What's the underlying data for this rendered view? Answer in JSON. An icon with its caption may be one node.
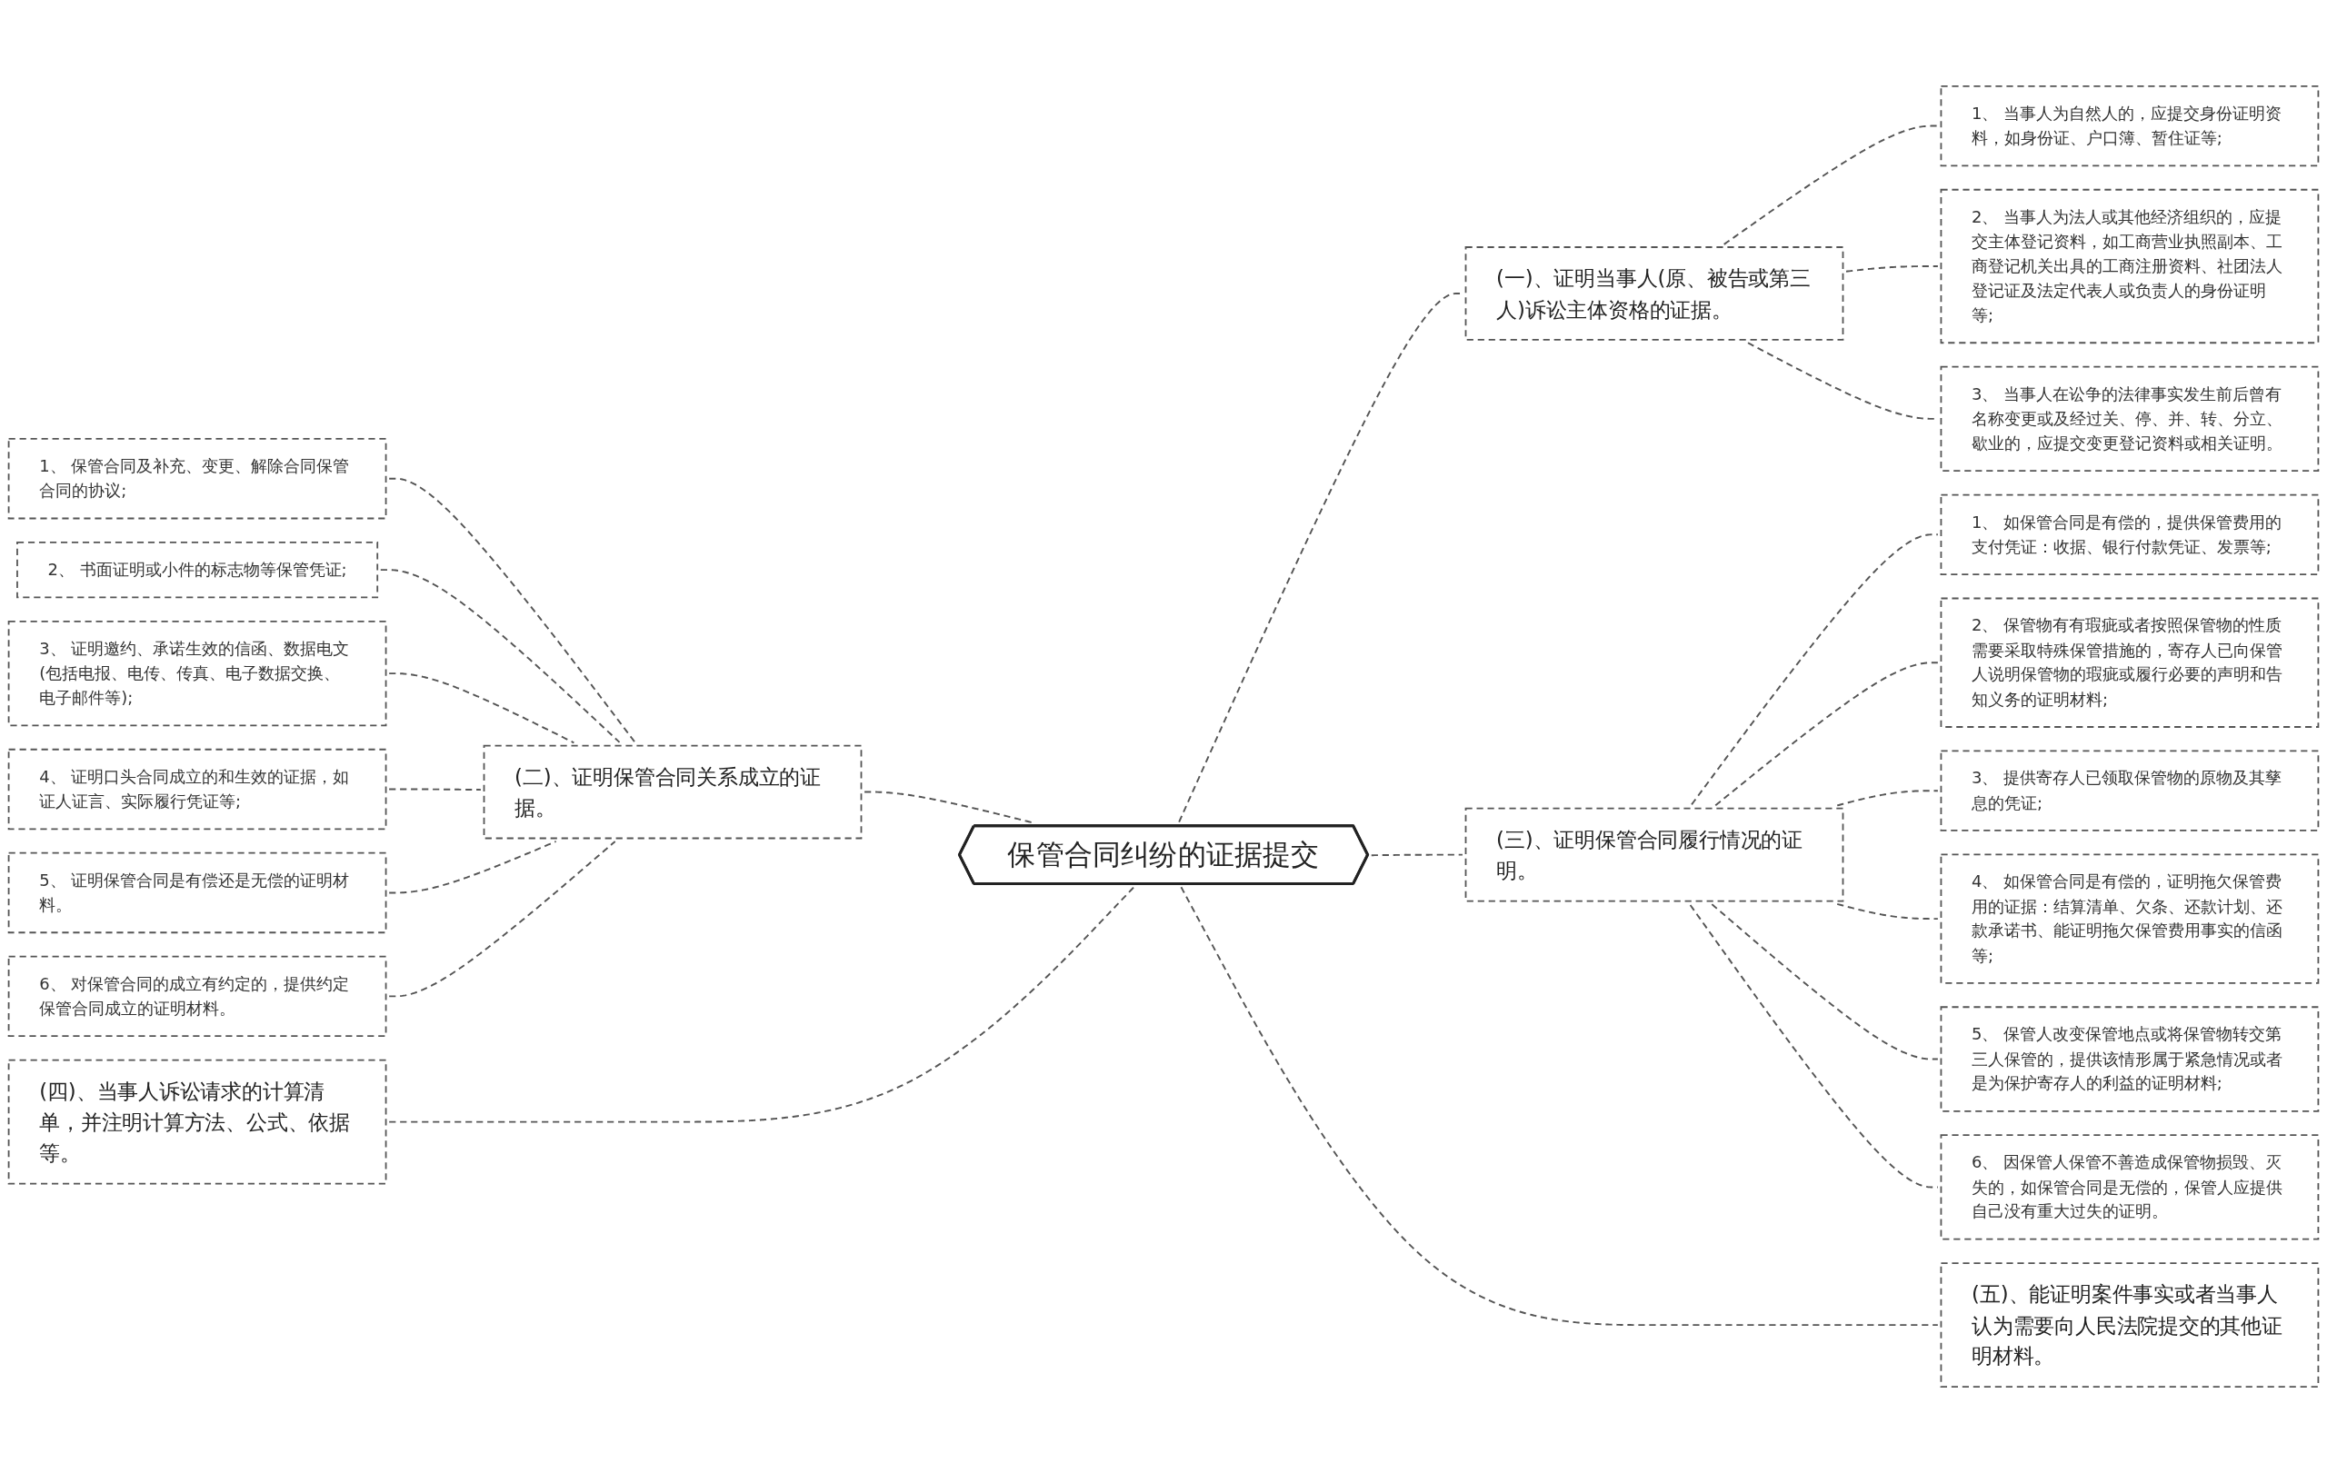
{
  "diagram": {
    "nodes": [
      {
        "text": [
          "保管合同纠纷的证据提交"
        ]
      },
      {
        "text": [
          "(一)、证明当事人(原、被告或第三人)诉讼主体资格的证据。"
        ]
      },
      {
        "text": [
          "1、 当事人为自然人的，应提交身份证明资料，如身份证、户口簿、暂住证等;"
        ]
      },
      {
        "text": [
          "2、 当事人为法人或其他经济组织的，应提交主体登记资料，如工商营业执照副本、工商登记机关出具的工商注册资料、社团法人登记证及法定代表人或负责人的身份证明等;"
        ]
      },
      {
        "text": [
          "3、 当事人在讼争的法律事实发生前后曾有名称变更或及经过关、停、并、转、分立、歇业的，应提交变更登记资料或相关证明。"
        ]
      },
      {
        "text": [
          "(二)、证明保管合同关系成立的证据。"
        ]
      },
      {
        "text": [
          "1、 保管合同及补充、变更、解除合同保管合同的协议;"
        ]
      },
      {
        "text": [
          "2、 书面证明或小件的标志物等保管凭证;"
        ]
      },
      {
        "text": [
          "3、 证明邀约、承诺生效的信函、数据电文(包括电报、电传、传真、电子数据交换、电子邮件等);"
        ]
      },
      {
        "text": [
          "4、 证明口头合同成立的和生效的证据，如证人证言、实际履行凭证等;"
        ]
      },
      {
        "text": [
          "5、 证明保管合同是有偿还是无偿的证明材料。"
        ]
      },
      {
        "text": [
          "6、 对保管合同的成立有约定的，提供约定保管合同成立的证明材料。"
        ]
      },
      {
        "text": [
          "(三)、证明保管合同履行情况的证明。"
        ]
      },
      {
        "text": [
          "1、 如保管合同是有偿的，提供保管费用的支付凭证：收据、银行付款凭证、发票等;"
        ]
      },
      {
        "text": [
          "2、 保管物有有瑕疵或者按照保管物的性质需要采取特殊保管措施的，寄存人已向保管人说明保管物的瑕疵或履行必要的声明和告知义务的证明材料;"
        ]
      },
      {
        "text": [
          "3、 提供寄存人已领取保管物的原物及其孳息的凭证;"
        ]
      },
      {
        "text": [
          "4、 如保管合同是有偿的，证明拖欠保管费用的证据：结算清单、欠条、还款计划、还款承诺书、能证明拖欠保管费用事实的信函等;"
        ]
      },
      {
        "text": [
          "5、 保管人改变保管地点或将保管物转交第三人保管的，提供该情形属于紧急情况或者是为保护寄存人的利益的证明材料;"
        ]
      },
      {
        "text": [
          "6、 因保管人保管不善造成保管物损毁、灭失的，如保管合同是无偿的，保管人应提供自己没有重大过失的证明。"
        ]
      },
      {
        "text": [
          "(四)、当事人诉讼请求的计算清单，并注明计算方法、公式、依据等。"
        ]
      },
      {
        "text": [
          "(五)、能证明案件事实或者当事人认为需要向人民法院提交的其他证明材料。"
        ]
      }
    ],
    "edges": [
      {
        "from": 0,
        "to": 1,
        "arrow": "none",
        "style": "dashed"
      },
      {
        "from": 1,
        "to": 2,
        "arrow": "none",
        "style": "dashed"
      },
      {
        "from": 1,
        "to": 3,
        "arrow": "none",
        "style": "dashed"
      },
      {
        "from": 1,
        "to": 4,
        "arrow": "none",
        "style": "dashed"
      },
      {
        "from": 6,
        "to": 5,
        "arrow": "none",
        "style": "dashed"
      },
      {
        "from": 7,
        "to": 5,
        "arrow": "none",
        "style": "dashed"
      },
      {
        "from": 8,
        "to": 5,
        "arrow": "none",
        "style": "dashed"
      },
      {
        "from": 9,
        "to": 5,
        "arrow": "none",
        "style": "dashed"
      },
      {
        "from": 10,
        "to": 5,
        "arrow": "none",
        "style": "dashed"
      },
      {
        "from": 11,
        "to": 5,
        "arrow": "none",
        "style": "dashed"
      },
      {
        "from": 5,
        "to": 0,
        "arrow": "none",
        "style": "dashed"
      },
      {
        "from": 0,
        "to": 12,
        "arrow": "none",
        "style": "dashed"
      },
      {
        "from": 12,
        "to": 13,
        "arrow": "none",
        "style": "dashed"
      },
      {
        "from": 12,
        "to": 14,
        "arrow": "none",
        "style": "dashed"
      },
      {
        "from": 12,
        "to": 15,
        "arrow": "none",
        "style": "dashed"
      },
      {
        "from": 12,
        "to": 16,
        "arrow": "none",
        "style": "dashed"
      },
      {
        "from": 12,
        "to": 17,
        "arrow": "none",
        "style": "dashed"
      },
      {
        "from": 12,
        "to": 18,
        "arrow": "none",
        "style": "dashed"
      },
      {
        "from": 19,
        "to": 0,
        "arrow": "none",
        "style": "dashed"
      },
      {
        "from": 0,
        "to": 20,
        "arrow": "none",
        "style": "dashed"
      }
    ]
  }
}
